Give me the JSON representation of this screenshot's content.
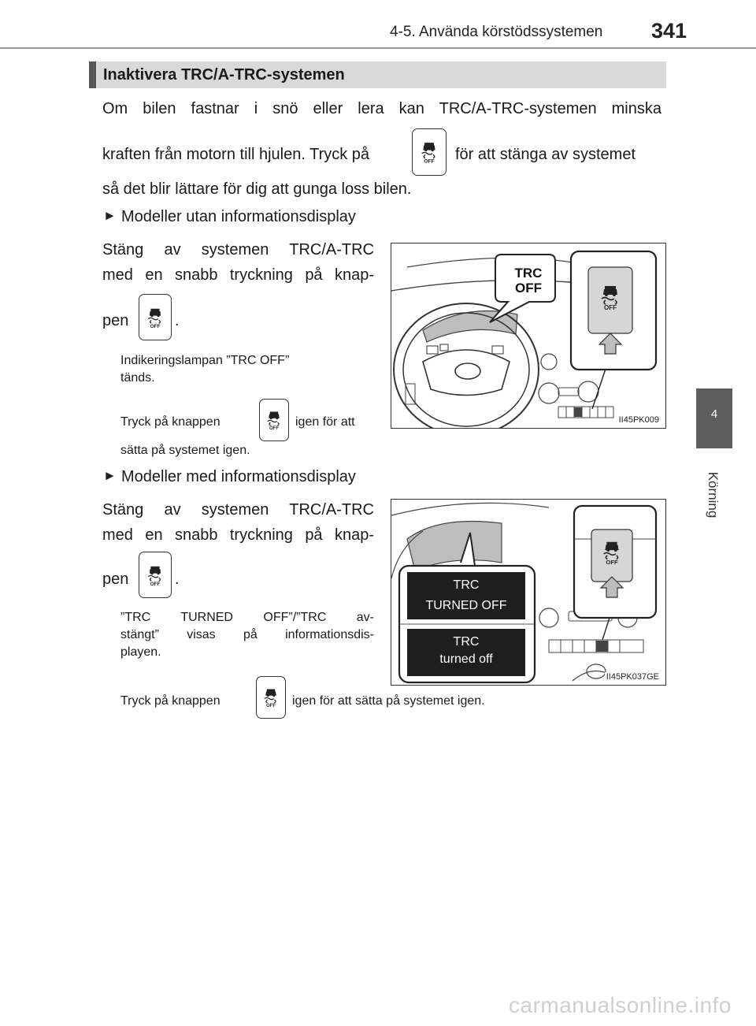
{
  "header": {
    "chapter": "4-5. Använda körstödssystemen",
    "page_number": "341"
  },
  "side_tab": {
    "number": "4",
    "label": "Körning"
  },
  "section": {
    "title": "Inaktivera TRC/A-TRC-systemen"
  },
  "intro": {
    "line1": "Om bilen fastnar i snö eller lera kan TRC/A-TRC-systemen minska",
    "line2_before": "kraften från motorn till hjulen. Tryck på",
    "line2_after": "för att stänga av systemet",
    "line3": "så det blir lättare för dig att gunga loss bilen."
  },
  "part1": {
    "heading": "Modeller utan informationsdisplay",
    "line1": "Stäng av systemen TRC/A-TRC",
    "line2": "med en snabb tryckning på knap-",
    "line3": "pen",
    "period": ".",
    "note1_line1": "Indikeringslampan ”TRC OFF”",
    "note1_line2": "tänds.",
    "note2_before": "Tryck på knappen",
    "note2_after": "igen för att",
    "note2_line2": "sätta på systemet igen.",
    "figure_code": "II45PK009",
    "callout_line1": "TRC",
    "callout_line2": "OFF"
  },
  "part2": {
    "heading": "Modeller med informationsdisplay",
    "line1": "Stäng av systemen TRC/A-TRC",
    "line2": "med en snabb tryckning på knap-",
    "line3": "pen",
    "period": ".",
    "note1_line1": "”TRC TURNED OFF”/”TRC av-",
    "note1_line2": "stängt” visas på informationsdis-",
    "note1_line3": "playen.",
    "note2_before": "Tryck på knappen",
    "note2_after": "igen för att sätta på systemet igen.",
    "figure_code": "II45PK037GE",
    "display1_line1": "TRC",
    "display1_line2": "TURNED OFF",
    "display2_line1": "TRC",
    "display2_line2": "turned off"
  },
  "icon_text": "OFF",
  "footer": {
    "watermark": "carmanualsonline.info"
  }
}
